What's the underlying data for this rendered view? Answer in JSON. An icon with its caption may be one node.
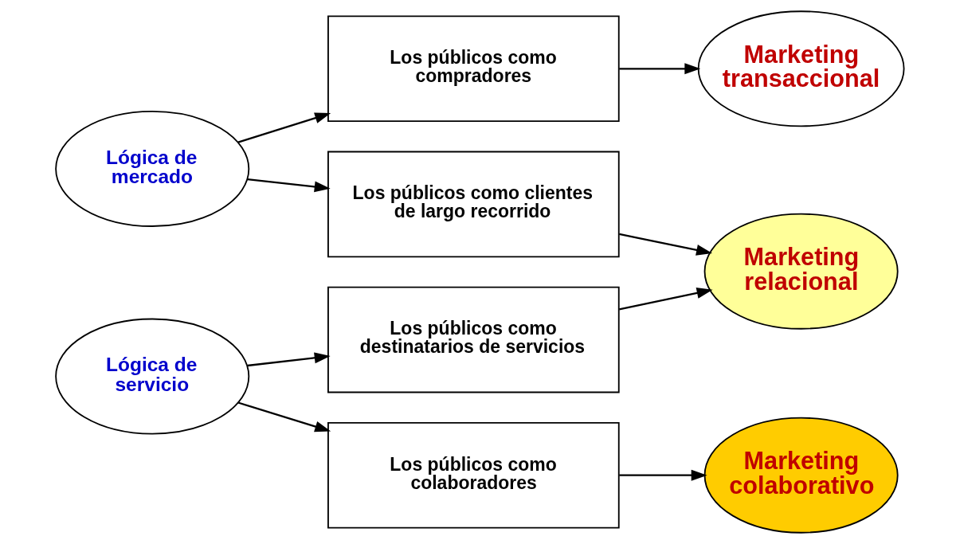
{
  "diagram": {
    "nodes": [
      {
        "text": [
          "Lógica de mercado"
        ]
      },
      {
        "text": [
          "Los públicos como compradores"
        ]
      },
      {
        "text": [
          "Marketing transaccional"
        ]
      },
      {
        "text": [
          "Los públicos como clientes de largo recorrido"
        ]
      },
      {
        "text": [
          "Marketing relacional"
        ]
      },
      {
        "text": [
          "Lógica de servicio"
        ]
      },
      {
        "text": [
          "Los públicos como destinatarios de servicios"
        ]
      },
      {
        "text": [
          "Los públicos como colaboradores"
        ]
      },
      {
        "text": [
          "Marketing colaborativo"
        ]
      }
    ],
    "edges": [
      {
        "from": 0,
        "to": 1,
        "arrow": "to"
      },
      {
        "from": 0,
        "to": 3,
        "arrow": "to"
      },
      {
        "from": 1,
        "to": 2,
        "arrow": "to"
      },
      {
        "from": 3,
        "to": 4,
        "arrow": "to"
      },
      {
        "from": 6,
        "to": 4,
        "arrow": "to"
      },
      {
        "from": 5,
        "to": 6,
        "arrow": "to"
      },
      {
        "from": 5,
        "to": 7,
        "arrow": "to"
      },
      {
        "from": 7,
        "to": 8,
        "arrow": "to"
      }
    ]
  }
}
